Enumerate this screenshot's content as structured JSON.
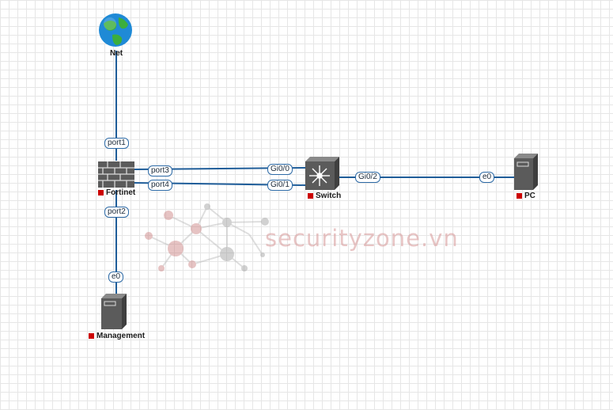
{
  "nodes": {
    "net": {
      "label": "Net",
      "icon": "globe-icon"
    },
    "fortinet": {
      "label": "Fortinet",
      "icon": "firewall-icon",
      "status_color": "#cc0000"
    },
    "switch": {
      "label": "Switch",
      "icon": "switch-icon",
      "status_color": "#cc0000"
    },
    "pc": {
      "label": "PC",
      "icon": "server-tower-icon",
      "status_color": "#cc0000"
    },
    "management": {
      "label": "Management",
      "icon": "server-tower-icon",
      "status_color": "#cc0000"
    }
  },
  "ports": {
    "fortinet_port1": "port1",
    "fortinet_port2": "port2",
    "fortinet_port3": "port3",
    "fortinet_port4": "port4",
    "switch_gi00": "Gi0/0",
    "switch_gi01": "Gi0/1",
    "switch_gi02": "Gi0/2",
    "pc_e0": "e0",
    "management_e0": "e0"
  },
  "watermark": {
    "text": "securityzone.vn"
  },
  "colors": {
    "link": "#1f5d99",
    "status": "#cc0000",
    "device": "#5b5b5b",
    "watermark": "#d69696"
  }
}
